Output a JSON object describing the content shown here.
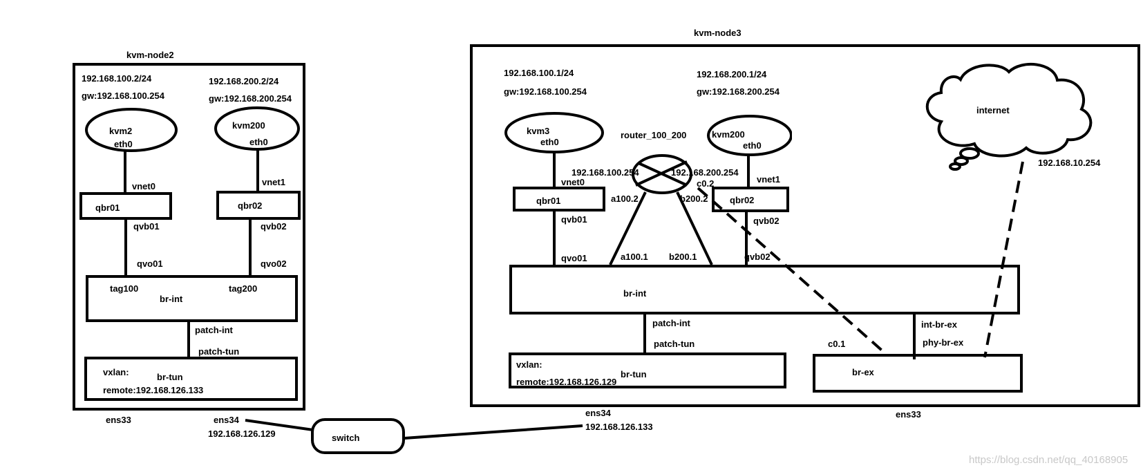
{
  "node2": {
    "title": "kvm-node2",
    "vm1": {
      "ip": "192.168.100.2/24",
      "gw": "gw:192.168.100.254",
      "name": "kvm2",
      "iface": "eth0",
      "tap": "vnet0",
      "bridge": "qbr01",
      "veth_b": "qvb01",
      "veth_o": "qvo01"
    },
    "vm2": {
      "ip": "192.168.200.2/24",
      "gw": "gw:192.168.200.254",
      "name": "kvm200",
      "iface": "eth0",
      "tap": "vnet1",
      "bridge": "qbr02",
      "veth_b": "qvb02",
      "veth_o": "qvo02"
    },
    "br_int": {
      "name": "br-int",
      "tag1": "tag100",
      "tag2": "tag200"
    },
    "patch_int": "patch-int",
    "patch_tun": "patch-tun",
    "br_tun": {
      "name": "br-tun",
      "vxlan": "vxlan:",
      "remote": "remote:192.168.126.133"
    },
    "ens33": "ens33",
    "ens34": "ens34",
    "ens34_ip": "192.168.126.129"
  },
  "switch": "switch",
  "node3": {
    "title": "kvm-node3",
    "vm1": {
      "ip": "192.168.100.1/24",
      "gw": "gw:192.168.100.254",
      "name": "kvm3",
      "iface": "eth0",
      "tap": "vnet0",
      "bridge": "qbr01",
      "veth_b": "qvb01",
      "veth_o": "qvo01"
    },
    "vm2": {
      "ip": "192.168.200.1/24",
      "gw": "gw:192.168.200.254",
      "name": "kvm200",
      "iface": "eth0",
      "tap": "vnet1",
      "bridge": "qbr02",
      "veth_b": "qvb02",
      "veth_o": "qvb02"
    },
    "router": {
      "name": "router_100_200",
      "ip1": "192.168.100.254",
      "ip2": "192.168.200.254",
      "port_a": "a100.2",
      "port_b": "b200.2",
      "port_c": "c0.2",
      "int_a": "a100.1",
      "int_b": "b200.1"
    },
    "br_int": {
      "name": "br-int"
    },
    "patch_int": "patch-int",
    "patch_tun": "patch-tun",
    "br_tun": {
      "name": "br-tun",
      "vxlan": "vxlan:",
      "remote": "remote:192.168.126.129"
    },
    "br_ex": {
      "name": "br-ex",
      "port_c": "c0.1",
      "int_br_ex": "int-br-ex",
      "phy_br_ex": "phy-br-ex"
    },
    "internet": "internet",
    "internet_ip": "192.168.10.254",
    "ens33": "ens33",
    "ens34": "ens34",
    "ens34_ip": "192.168.126.133"
  },
  "watermark": "https://blog.csdn.net/qq_40168905"
}
